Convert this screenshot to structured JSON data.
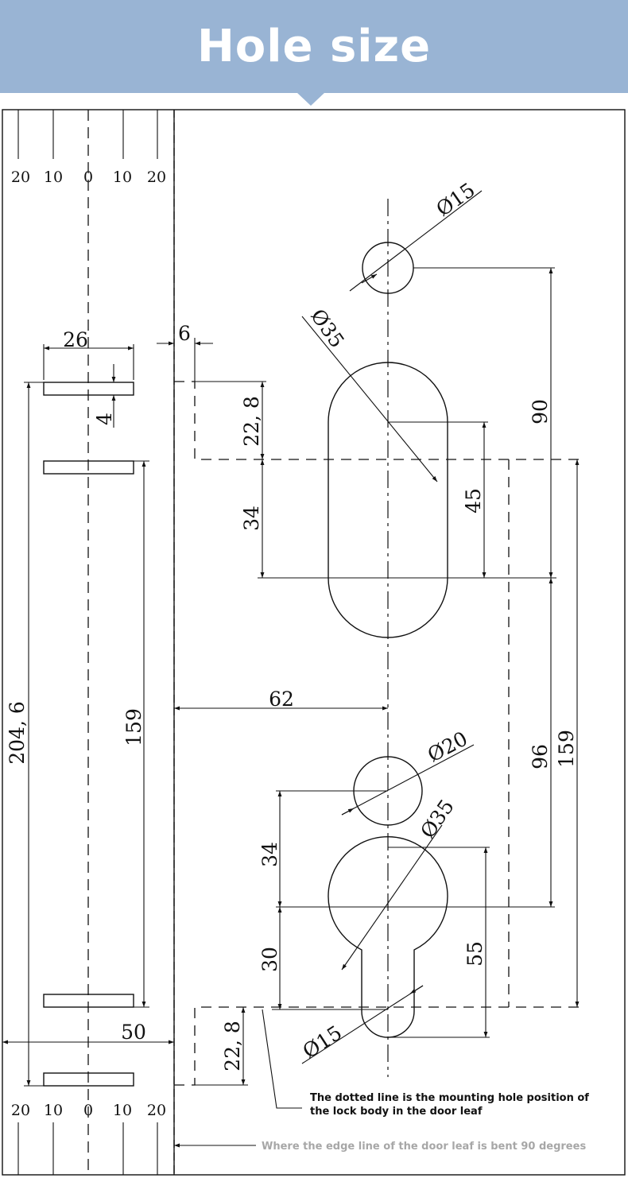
{
  "header": {
    "title": "Hole size"
  },
  "colors": {
    "banner": "#99b4d4",
    "line": "#111111",
    "note_grey": "#a7a7a7"
  },
  "ruler": {
    "top_ticks": [
      "20",
      "10",
      "0",
      "10",
      "20"
    ],
    "bottom_ticks": [
      "20",
      "10",
      "0",
      "10",
      "20"
    ]
  },
  "dimensions": {
    "d_top_small": "Ø15",
    "d_oblong": "Ø35",
    "d_mid_circle": "Ø20",
    "d_cylinder_head": "Ø35",
    "d_cylinder_tail": "Ø15",
    "strike_width": "26",
    "strike_slot": "4",
    "edge_offset": "6",
    "top_offset": "22, 8",
    "bottom_offset": "22, 8",
    "oblong_straight": "34",
    "oblong_center": "45",
    "top_span": "90",
    "backset": "62",
    "total_length": "204, 6",
    "strike_spacing": "159",
    "mid_span": "96",
    "right_span": "159",
    "lower_spacing_a": "34",
    "lower_spacing_b": "30",
    "cylinder_center": "55",
    "bottom_width": "50"
  },
  "notes": {
    "mounting_line_1": "The dotted line is the mounting hole position of",
    "mounting_line_2": "the lock body in the door leaf",
    "edge_bent": "Where the edge line of the door leaf is bent 90 degrees"
  }
}
